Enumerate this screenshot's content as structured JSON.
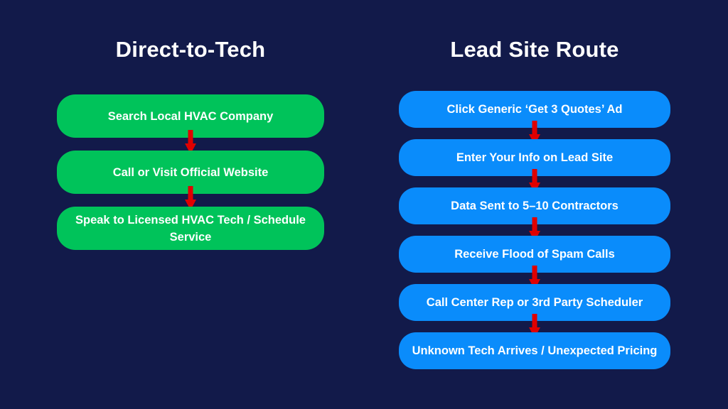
{
  "diagram": {
    "left": {
      "title": "Direct-to-Tech",
      "steps": [
        "Search Local HVAC Company",
        "Call or Visit Official Website",
        "Speak to Licensed HVAC Tech / Schedule Service"
      ],
      "color": "#00c35a"
    },
    "right": {
      "title": "Lead Site Route",
      "steps": [
        "Click Generic ‘Get 3 Quotes’ Ad",
        "Enter Your Info on Lead Site",
        "Data Sent to 5–10 Contractors",
        "Receive Flood of Spam Calls",
        "Call Center Rep or 3rd Party Scheduler",
        "Unknown Tech Arrives / Unexpected Pricing"
      ],
      "color": "#0a8cfb"
    },
    "background": "#121a4a",
    "arrow_color": "#e00000",
    "arrow_icon": "down-arrow-icon"
  }
}
